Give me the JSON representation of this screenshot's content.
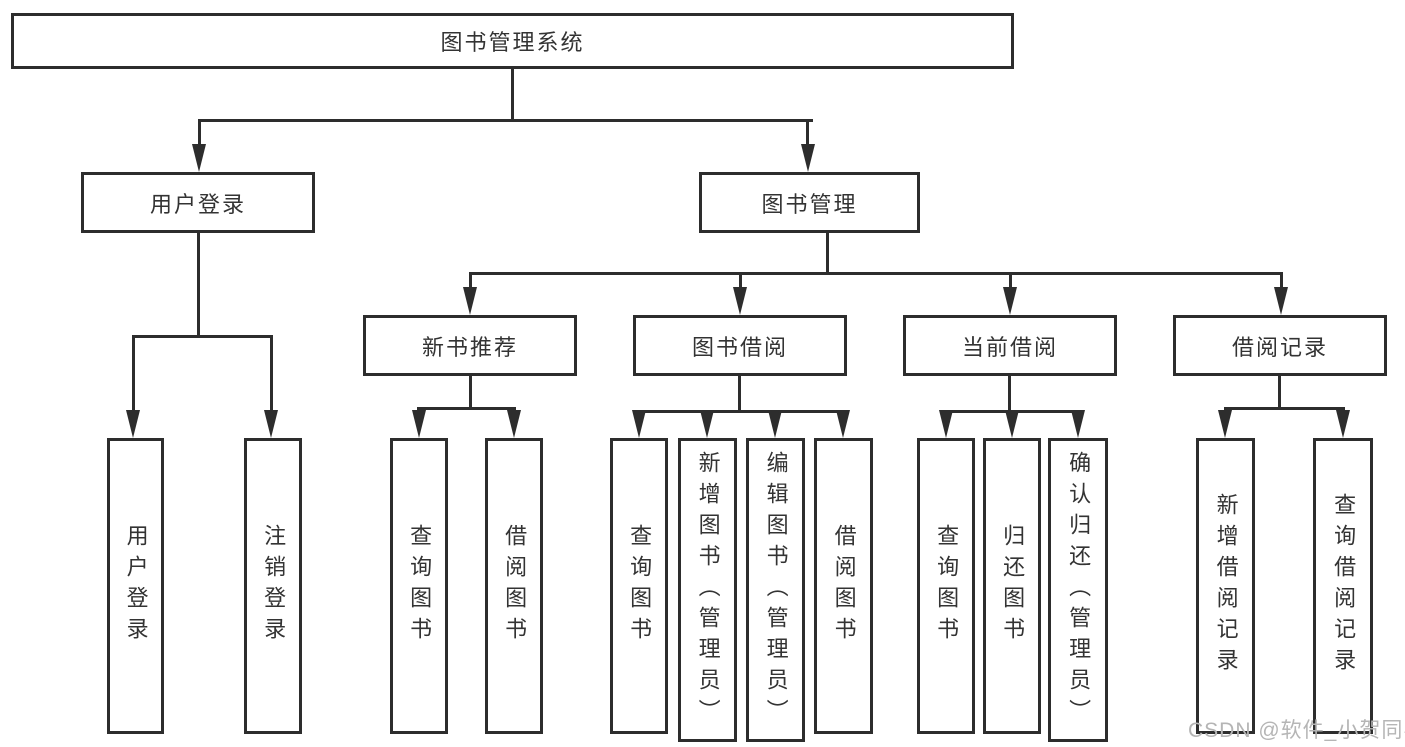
{
  "diagram_type": "hierarchy-tree",
  "colors": {
    "line": "#2d2d2d",
    "box_border": "#2d2d2d",
    "text": "#333333",
    "background": "#ffffff",
    "watermark": "#b5b5b5"
  },
  "tree": {
    "label": "图书管理系统",
    "children": [
      {
        "label": "用户登录",
        "children": [
          {
            "label": "用户登录"
          },
          {
            "label": "注销登录"
          }
        ]
      },
      {
        "label": "图书管理",
        "children": [
          {
            "label": "新书推荐",
            "children": [
              {
                "label": "查询图书"
              },
              {
                "label": "借阅图书"
              }
            ]
          },
          {
            "label": "图书借阅",
            "children": [
              {
                "label": "查询图书"
              },
              {
                "label": "新增图书（管理员）"
              },
              {
                "label": "编辑图书（管理员）"
              },
              {
                "label": "借阅图书"
              }
            ]
          },
          {
            "label": "当前借阅",
            "children": [
              {
                "label": "查询图书"
              },
              {
                "label": "归还图书"
              },
              {
                "label": "确认归还（管理员）"
              }
            ]
          },
          {
            "label": "借阅记录",
            "children": [
              {
                "label": "新增借阅记录"
              },
              {
                "label": "查询借阅记录"
              }
            ]
          }
        ]
      }
    ]
  },
  "watermark": {
    "text": "CSDN @软件_小贺同学"
  }
}
